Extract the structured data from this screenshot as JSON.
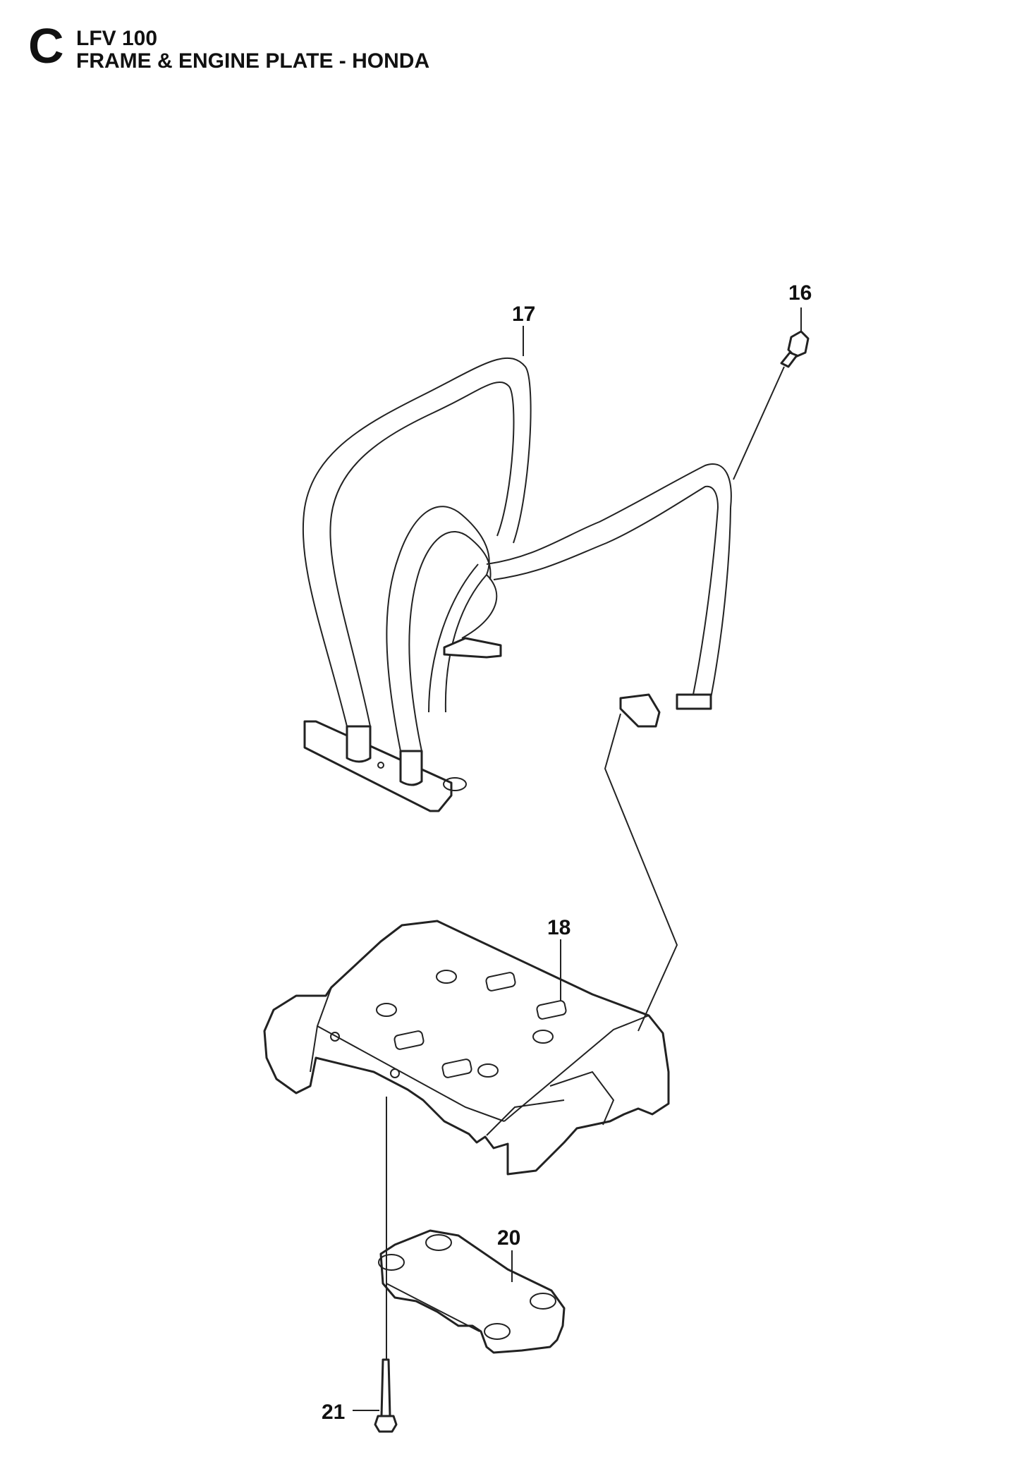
{
  "header": {
    "section_letter": "C",
    "model": "LFV 100",
    "title": "FRAME & ENGINE PLATE - HONDA"
  },
  "callouts": {
    "c16": "16",
    "c17": "17",
    "c18": "18",
    "c20": "20",
    "c21": "21"
  }
}
